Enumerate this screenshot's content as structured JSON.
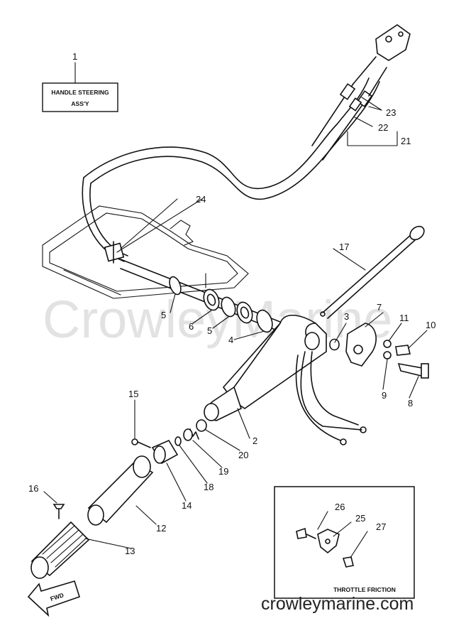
{
  "watermark": "CrowleyMarine",
  "site": "crowleymarine.com",
  "label_box": {
    "line1": "HANDLE STEERING",
    "line2": "ASS'Y"
  },
  "inset_title": "THROTTLE FRICTION",
  "fwd": "FWD",
  "callouts": [
    {
      "id": "c1",
      "text": "1"
    },
    {
      "id": "c2",
      "text": "2"
    },
    {
      "id": "c3",
      "text": "3"
    },
    {
      "id": "c4",
      "text": "4"
    },
    {
      "id": "c5a",
      "text": "5"
    },
    {
      "id": "c5b",
      "text": "5"
    },
    {
      "id": "c6",
      "text": "6"
    },
    {
      "id": "c7",
      "text": "7"
    },
    {
      "id": "c8",
      "text": "8"
    },
    {
      "id": "c9",
      "text": "9"
    },
    {
      "id": "c10",
      "text": "10"
    },
    {
      "id": "c11",
      "text": "11"
    },
    {
      "id": "c12",
      "text": "12"
    },
    {
      "id": "c13",
      "text": "13"
    },
    {
      "id": "c14",
      "text": "14"
    },
    {
      "id": "c15",
      "text": "15"
    },
    {
      "id": "c16",
      "text": "16"
    },
    {
      "id": "c17",
      "text": "17"
    },
    {
      "id": "c18",
      "text": "18"
    },
    {
      "id": "c19",
      "text": "19"
    },
    {
      "id": "c20",
      "text": "20"
    },
    {
      "id": "c21",
      "text": "21"
    },
    {
      "id": "c22",
      "text": "22"
    },
    {
      "id": "c23",
      "text": "23"
    },
    {
      "id": "c24",
      "text": "24"
    },
    {
      "id": "c25",
      "text": "25"
    },
    {
      "id": "c26",
      "text": "26"
    },
    {
      "id": "c27",
      "text": "27"
    }
  ]
}
